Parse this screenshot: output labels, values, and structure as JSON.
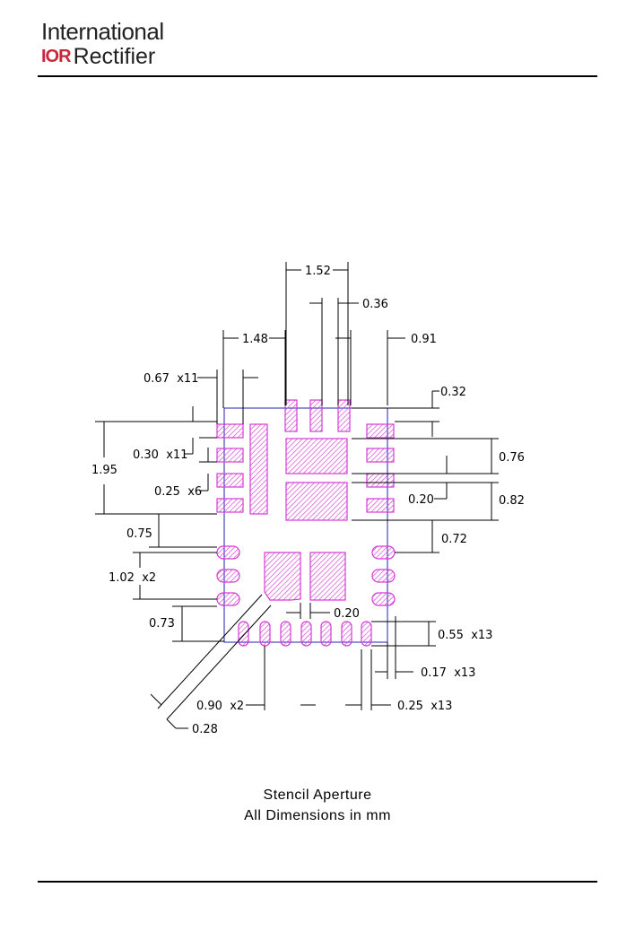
{
  "header": {
    "brand_line1": "International",
    "brand_mark": "IOR",
    "brand_line2": "Rectifier"
  },
  "dimensions": {
    "d152": "1.52",
    "d036": "0.36",
    "d148": "1.48",
    "d091": "0.91",
    "d067": "0.67  x11",
    "d032": "0.32",
    "d030": "0.30  x11",
    "d076": "0.76",
    "d195": "1.95",
    "d025x6": "0.25  x6",
    "d020a": "0.20",
    "d082": "0.82",
    "d075": "0.75",
    "d072": "0.72",
    "d102": "1.02  x2",
    "d020b": "0.20",
    "d073": "0.73",
    "d055": "0.55  x13",
    "d017": "0.17  x13",
    "d090": "0.90  x2",
    "d025x13": "0.25  x13",
    "d028": "0.28"
  },
  "caption": {
    "line1": "Stencil  Aperture",
    "line2": "All  Dimensions  in  mm"
  },
  "colors": {
    "pad": "#d63ad6",
    "outline": "#1f1fb4"
  }
}
